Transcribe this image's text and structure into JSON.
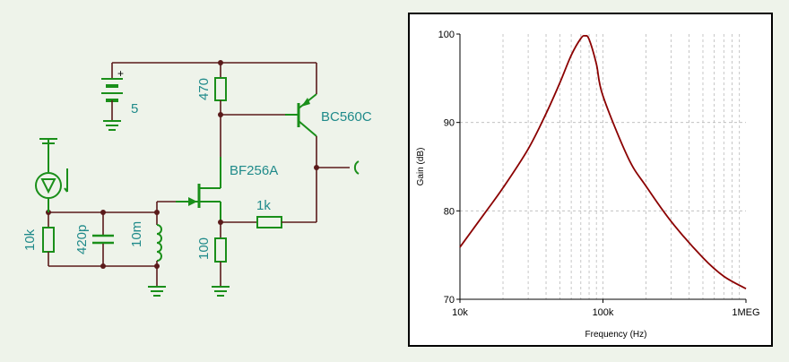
{
  "schematic": {
    "components": {
      "battery_polarity": "+",
      "battery_value": "5",
      "r_drain": "470",
      "pnp_label": "BC560C",
      "jfet_label": "BF256A",
      "r_feedback": "1k",
      "r_source": "100",
      "r_input": "10k",
      "capacitor": "420p",
      "inductor": "10m"
    },
    "colors": {
      "wire": "#5a1a1a",
      "component": "#1a8f1a",
      "label": "#1f8a8a"
    }
  },
  "chart_data": {
    "type": "line",
    "xlabel": "Frequency (Hz)",
    "ylabel": "Gain (dB)",
    "x_scale": "log",
    "xlim": [
      10000,
      1000000
    ],
    "ylim": [
      70,
      100
    ],
    "x_tick_labels": [
      "10k",
      "100k",
      "1MEG"
    ],
    "x_tick_values": [
      10000,
      100000,
      1000000
    ],
    "y_tick_values": [
      70,
      80,
      90,
      100
    ],
    "grid": true,
    "series": [
      {
        "color": "#8b0000",
        "x": [
          10000,
          15000,
          20000,
          30000,
          40000,
          50000,
          60000,
          70000,
          75000,
          80000,
          90000,
          100000,
          150000,
          200000,
          300000,
          500000,
          700000,
          1000000
        ],
        "y": [
          75.9,
          79.8,
          82.6,
          87.0,
          91.0,
          94.5,
          97.6,
          99.5,
          99.8,
          99.4,
          96.6,
          93.0,
          86.0,
          82.8,
          78.8,
          74.7,
          72.6,
          71.2
        ]
      }
    ]
  }
}
